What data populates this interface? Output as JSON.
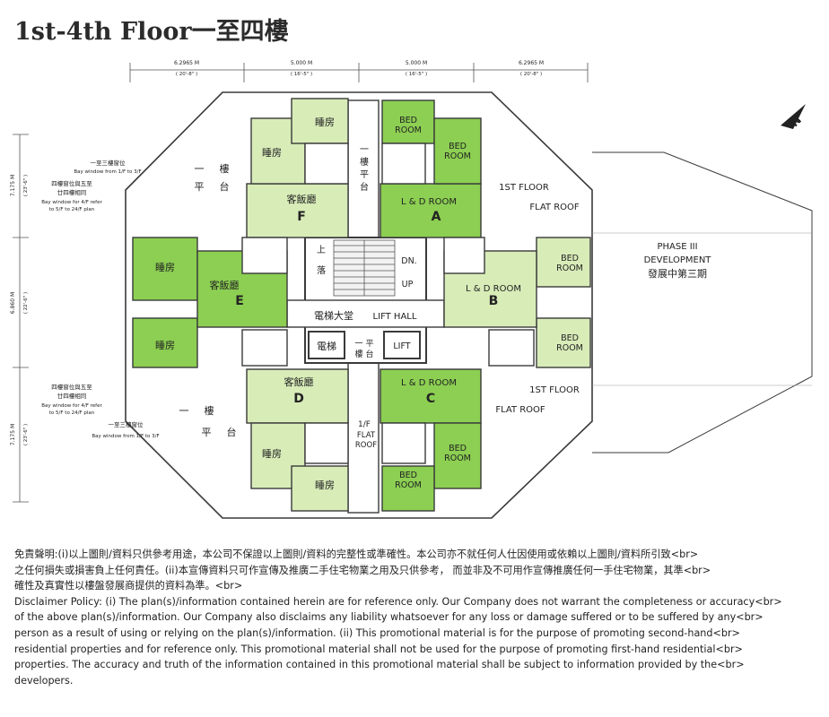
{
  "title": "1st-4th Floor一至四樓",
  "dimensions": {
    "top": [
      {
        "m": "6.2965 M",
        "ft": "( 20'-8\" )"
      },
      {
        "m": "5.000 M",
        "ft": "( 16'-5\" )"
      },
      {
        "m": "5.000 M",
        "ft": "( 16'-5\" )"
      },
      {
        "m": "6.2965 M",
        "ft": "( 20'-8\" )"
      }
    ],
    "left": [
      {
        "m": "7.175 M",
        "ft": "( 23'-6\" )"
      },
      {
        "m": "6.860 M",
        "ft": "( 22'-6\" )"
      },
      {
        "m": "7.175 M",
        "ft": "( 23'-6\" )"
      }
    ]
  },
  "compass": "N",
  "flats": {
    "A": {
      "letter": "A",
      "living": "L & D ROOM",
      "bed1": [
        "BED",
        "ROOM"
      ],
      "bed2": [
        "BED",
        "ROOM"
      ]
    },
    "B": {
      "letter": "B",
      "living": "L & D ROOM",
      "bed1": [
        "BED",
        "ROOM"
      ],
      "bed2": [
        "BED",
        "ROOM"
      ]
    },
    "C": {
      "letter": "C",
      "living": "L & D ROOM",
      "bed1": [
        "BED",
        "ROOM"
      ],
      "bed2": [
        "BED",
        "ROOM"
      ]
    },
    "D": {
      "letter": "D",
      "living": "客飯廳",
      "bed1": "睡房",
      "bed2": "睡房"
    },
    "E": {
      "letter": "E",
      "living": "客飯廳",
      "bed1": "睡房",
      "bed2": "睡房"
    },
    "F": {
      "letter": "F",
      "living": "客飯廳",
      "bed1": "睡房",
      "bed2": "睡房"
    }
  },
  "core": {
    "lift_hall_cn": "電梯大堂",
    "lift_hall_en": "LIFT HALL",
    "lift_cn": "電梯",
    "lift_en": "LIFT",
    "stair_cn": [
      "上",
      "落"
    ],
    "dn": "DN.",
    "up": "UP",
    "platform_north": [
      "一",
      "樓",
      "平",
      "台"
    ],
    "platform_south": [
      "一",
      "平",
      "樓",
      "台"
    ],
    "flat_roof_south": [
      "1/F",
      "FLAT",
      "ROOF"
    ]
  },
  "terraces": {
    "nw": [
      "一",
      "樓",
      "平",
      "台"
    ],
    "sw": [
      "一",
      "樓",
      "平",
      "台"
    ],
    "ne": [
      "1ST FLOOR",
      "FLAT ROOF"
    ],
    "se": [
      "1ST FLOOR",
      "FLAT ROOF"
    ]
  },
  "notes": {
    "nw_bay": [
      "一至三樓窗位",
      "Bay window from 1/F to 3/F",
      "四樓窗位與五至",
      "廿四樓相同",
      "Bay window for 4/F refer",
      "to 5/F to 24/F plan"
    ],
    "sw_bay": [
      "四樓窗位與五至",
      "廿四樓相同",
      "Bay window for 4/F refer",
      "to 5/F to 24/F plan",
      "一至三樓窗位",
      "Bay window from 1/F to 3/F"
    ]
  },
  "phase": [
    "PHASE III",
    "DEVELOPMENT",
    "發展中第三期"
  ],
  "disclaimer_lines": [
    "免責聲明:(i)以上圖則/資料只供參考用途，本公司不保證以上圖則/資料的完整性或準確性。本公司亦不就任何人仕因使用或依賴以上圖則/資料所引致<br>",
    "之任何損失或損害負上任何責任。(ii)本宣傳資料只可作宣傳及推廣二手住宅物業之用及只供參考， 而並非及不可用作宣傳推廣任何一手住宅物業，其準<br>",
    "確性及真實性以樓盤發展商提供的資料為準。<br>",
    "Disclaimer Policy: (i) The plan(s)/information contained herein are for reference only. Our Company does not warrant the completeness or accuracy<br>",
    "of the above plan(s)/information. Our Company also disclaims any liability whatsoever for any loss or damage suffered or to be suffered by any<br>",
    "person as a result of using or relying on the plan(s)/information. (ii) This promotional material is for the purpose of promoting second-hand<br>",
    "residential properties and for reference only. This promotional material shall not be used for the purpose of promoting first-hand residential<br>",
    "properties. The accuracy and truth of the information contained in this promotional material shall be subject to information provided by the<br>",
    "developers."
  ],
  "colors": {
    "dark_green": "#8ccf52",
    "light_green": "#d8ecb8",
    "wall": "#3a3a3a",
    "text": "#222222"
  }
}
